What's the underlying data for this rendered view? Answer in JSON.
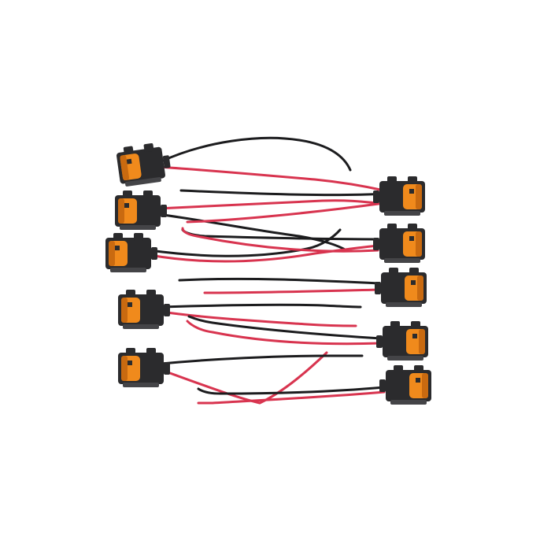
{
  "image": {
    "subject": "connector-wire-harness-set",
    "background_color": "#ffffff"
  },
  "pigtails": {
    "count": 10,
    "left_group_count": 5,
    "right_group_count": 5
  },
  "colors": {
    "connector_housing": "#2b2b2d",
    "connector_housing_highlight": "#444447",
    "seal": "#f08a1c",
    "seal_shadow": "#c96a10",
    "wire_red": "#d8344f",
    "wire_black": "#1c1c1e"
  },
  "icons": {
    "connector": "connector-icon",
    "wire": "wire-icon"
  }
}
